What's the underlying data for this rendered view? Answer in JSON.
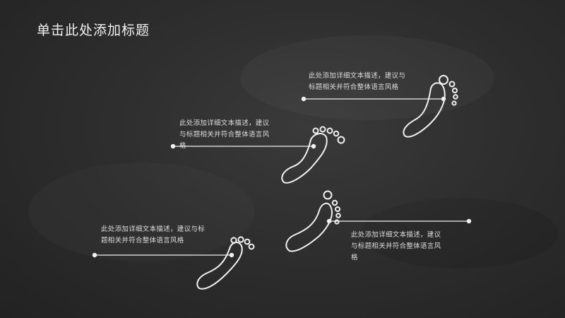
{
  "slide": {
    "title": "单击此处添加标题",
    "steps": [
      {
        "text_line1": "此处添加详细文本描述，建议与",
        "text_line2": "标题相关并符合整体语言风格"
      },
      {
        "text_line1": "此处添加详细文本描述，建议",
        "text_line2": "与标题相关并符合整体语言风",
        "text_line3": "格"
      },
      {
        "text_line1": "此处添加详细文本描述，建议与标",
        "text_line2": "题相关并符合整体语言风格"
      },
      {
        "text_line1": "此处添加详细文本描述，建议",
        "text_line2": "与标题相关并符合整体语言风",
        "text_line3": "格"
      }
    ],
    "colors": {
      "chalk": "#f0f0f0",
      "background": "#2e2e2e"
    }
  }
}
